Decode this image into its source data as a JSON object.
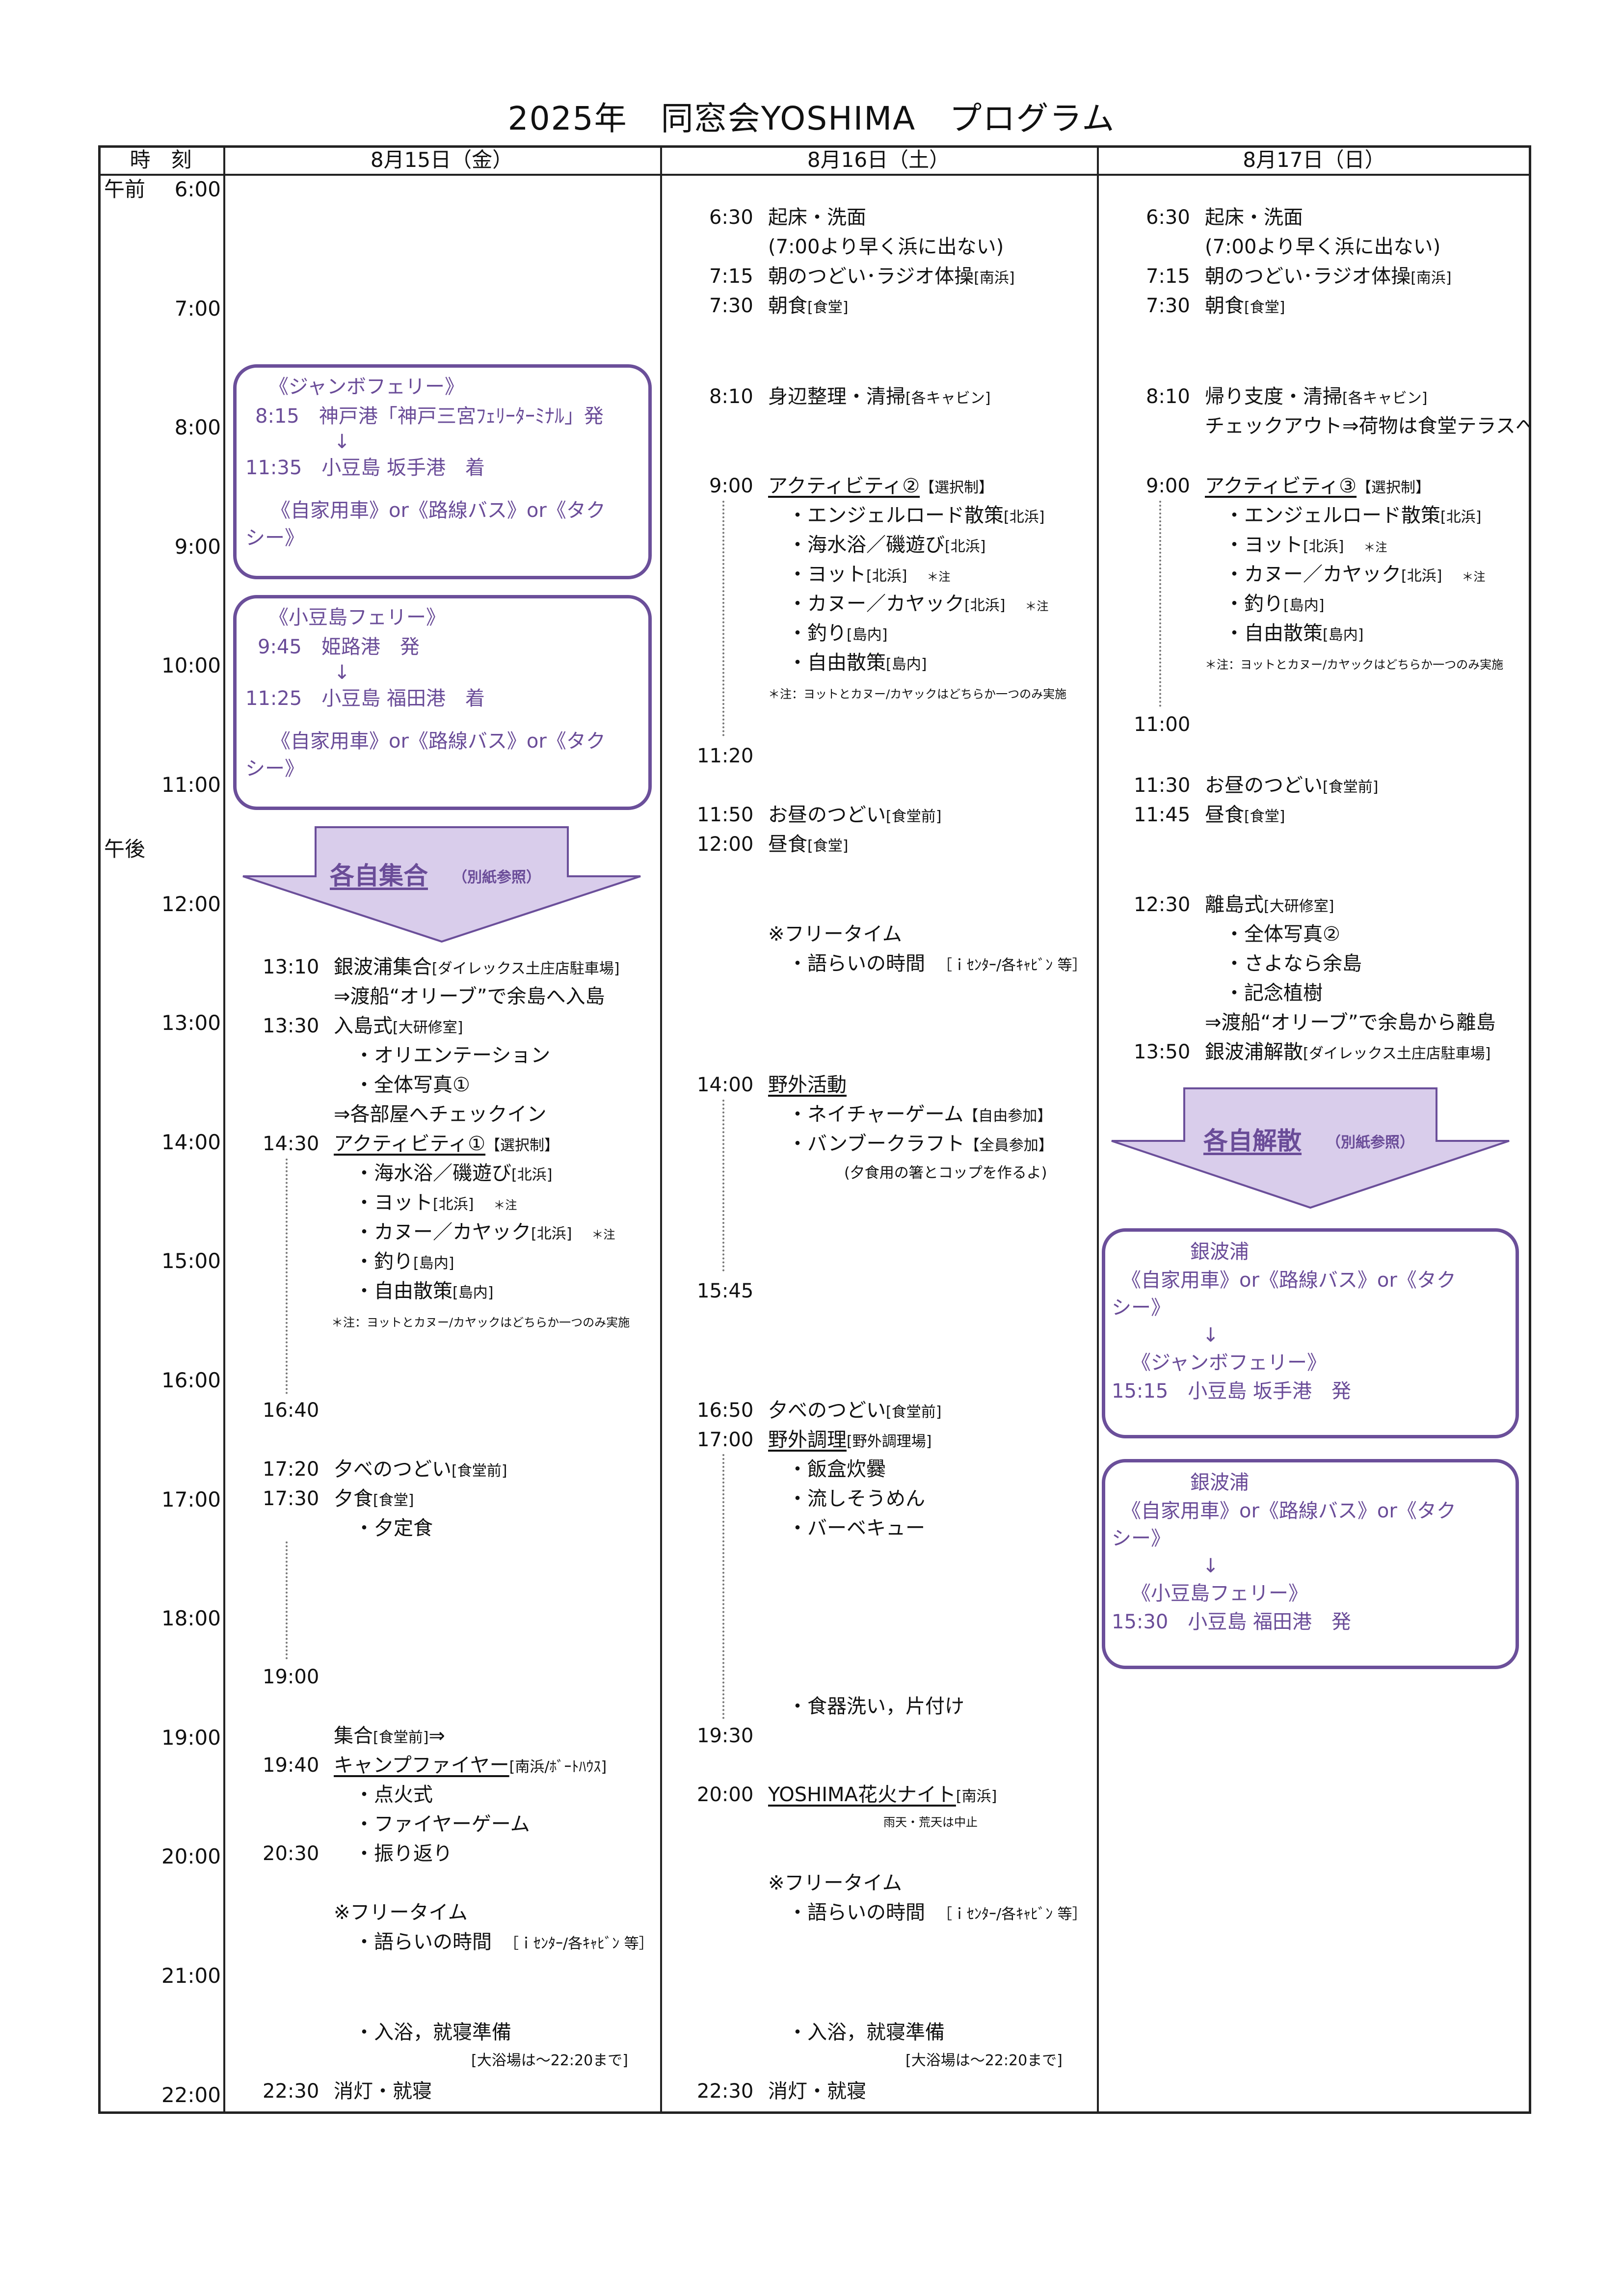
{
  "title": "2025年　同窓会YOSHIMA　プログラム",
  "header": {
    "time": "時　刻",
    "day1": "8月15日（金）",
    "day2": "8月16日（土）",
    "day3": "8月17日（日）"
  },
  "timeline": {
    "am": "午前",
    "pm": "午後",
    "hours": [
      "6:00",
      "7:00",
      "8:00",
      "9:00",
      "10:00",
      "11:00",
      "12:00",
      "13:00",
      "14:00",
      "15:00",
      "16:00",
      "17:00",
      "18:00",
      "19:00",
      "20:00",
      "21:00",
      "22:00"
    ]
  },
  "day1": {
    "ferry1": {
      "title": "《ジャンボフェリー》",
      "line1": "8:15　神戸港「神戸三宮ﾌｪﾘｰﾀｰﾐﾅﾙ」発",
      "arrow": "↓",
      "line2": "11:35　小豆島 坂手港　着",
      "line3": "《自家用車》or《路線バス》or《タク",
      "line4": "シー》"
    },
    "ferry2": {
      "title": "《小豆島フェリー》",
      "line1": "9:45　姫路港　発",
      "arrow": "↓",
      "line2": "11:25　小豆島 福田港　着",
      "line3": "《自家用車》or《路線バス》or《タク",
      "line4": "シー》"
    },
    "assembly": {
      "label": "各自集合",
      "note": "（別紙参照）"
    },
    "t1310": "13:10",
    "a1310": "銀波浦集合",
    "a1310s": "[ダイレックス土庄店駐車場]",
    "a1310b": "⇒渡船“オリーブ”で余島へ入島",
    "t1330": "13:30",
    "a1330": "入島式",
    "a1330s": "[大研修室]",
    "a1330b": "・オリエンテーション",
    "a1330c": "・全体写真①",
    "a1330d": "⇒各部屋へチェックイン",
    "t1430": "14:30",
    "a1430": "アクティビティ①",
    "a1430s": "【選択制】",
    "act1": "・海水浴／磯遊び",
    "act1s": "[北浜]",
    "act2": "・ヨット",
    "act2s": "[北浜]",
    "act2n": "＊注",
    "act3": "・カヌー／カヤック",
    "act3s": "[北浜]",
    "act3n": "＊注",
    "act4": "・釣り",
    "act4s": "[島内]",
    "act5": "・自由散策",
    "act5s": "[島内]",
    "actnote": "＊注：ヨットとカヌー/カヤックはどちらか一つのみ実施",
    "t1640": "16:40",
    "t1720": "17:20",
    "a1720": "夕べのつどい",
    "a1720s": "[食堂前]",
    "t1730": "17:30",
    "a1730": "夕食",
    "a1730s": "[食堂]",
    "a1730b": "・夕定食",
    "t1900": "19:00",
    "a1930": "集合",
    "a1930s": "[食堂前]",
    "a1930t": "⇒",
    "t1940": "19:40",
    "a1940": "キャンプファイヤー",
    "a1940s": "[南浜/ﾎﾞｰﾄﾊｳｽ]",
    "a1940b": "・点火式",
    "a1940c": "・ファイヤーゲーム",
    "t2030": "20:30",
    "a2030": "・振り返り",
    "free": "※フリータイム",
    "talk": "・語らいの時間",
    "talks": "［ｉｾﾝﾀｰ/各ｷｬﾋﾞﾝ 等］",
    "bath": "・入浴，就寝準備",
    "baths": "[大浴場は～22:20まで]",
    "t2230": "22:30",
    "a2230": "消灯・就寝"
  },
  "day2": {
    "t0630": "6:30",
    "a0630": "起床・洗面",
    "a0630b": "(7:00より早く浜に出ない)",
    "t0715": "7:15",
    "a0715": "朝のつどい･ラジオ体操",
    "a0715s": "[南浜]",
    "t0730": "7:30",
    "a0730": "朝食",
    "a0730s": "[食堂]",
    "t0810": "8:10",
    "a0810": "身辺整理・清掃",
    "a0810s": "[各キャビン]",
    "t0900": "9:00",
    "a0900": "アクティビティ②",
    "a0900s": "【選択制】",
    "act1": "・エンジェルロード散策",
    "act1s": "[北浜]",
    "act2": "・海水浴／磯遊び",
    "act2s": "[北浜]",
    "act3": "・ヨット",
    "act3s": "[北浜]",
    "act3n": "＊注",
    "act4": "・カヌー／カヤック",
    "act4s": "[北浜]",
    "act4n": "＊注",
    "act5": "・釣り",
    "act5s": "[島内]",
    "act6": "・自由散策",
    "act6s": "[島内]",
    "actnote": "＊注：ヨットとカヌー/カヤックはどちらか一つのみ実施",
    "t1120": "11:20",
    "t1150": "11:50",
    "a1150": "お昼のつどい",
    "a1150s": "[食堂前]",
    "t1200": "12:00",
    "a1200": "昼食",
    "a1200s": "[食堂]",
    "free1": "※フリータイム",
    "talk1": "・語らいの時間",
    "talk1s": "［ｉｾﾝﾀｰ/各ｷｬﾋﾞﾝ 等］",
    "t1400": "14:00",
    "a1400": "野外活動",
    "a1400b": "・ネイチャーゲーム",
    "a1400bs": "【自由参加】",
    "a1400c": "・バンブークラフト",
    "a1400cs": "【全員参加】",
    "a1400d": "(夕食用の箸とコップを作るよ)",
    "t1545": "15:45",
    "t1650": "16:50",
    "a1650": "夕べのつどい",
    "a1650s": "[食堂前]",
    "t1700": "17:00",
    "a1700": "野外調理",
    "a1700s": "[野外調理場]",
    "a1700b": "・飯盒炊爨",
    "a1700c": "・流しそうめん",
    "a1700d": "・バーベキュー",
    "a1915": "・食器洗い，片付け",
    "t1930": "19:30",
    "t2000": "20:00",
    "a2000": "YOSHIMA花火ナイト",
    "a2000s": "[南浜]",
    "a2000n": "雨天・荒天は中止",
    "free2": "※フリータイム",
    "talk2": "・語らいの時間",
    "talk2s": "［ｉｾﾝﾀｰ/各ｷｬﾋﾞﾝ 等］",
    "bath": "・入浴，就寝準備",
    "baths": "[大浴場は～22:20まで]",
    "t2230": "22:30",
    "a2230": "消灯・就寝"
  },
  "day3": {
    "t0630": "6:30",
    "a0630": "起床・洗面",
    "a0630b": "(7:00より早く浜に出ない)",
    "t0715": "7:15",
    "a0715": "朝のつどい･ラジオ体操",
    "a0715s": "[南浜]",
    "t0730": "7:30",
    "a0730": "朝食",
    "a0730s": "[食堂]",
    "t0810": "8:10",
    "a0810": "帰り支度・清掃",
    "a0810s": "[各キャビン]",
    "a0810b": "チェックアウト⇒荷物は食堂テラスへ",
    "t0900": "9:00",
    "a0900": "アクティビティ③",
    "a0900s": "【選択制】",
    "act1": "・エンジェルロード散策",
    "act1s": "[北浜]",
    "act2": "・ヨット",
    "act2s": "[北浜]",
    "act2n": "＊注",
    "act3": "・カヌー／カヤック",
    "act3s": "[北浜]",
    "act3n": "＊注",
    "act4": "・釣り",
    "act4s": "[島内]",
    "act5": "・自由散策",
    "act5s": "[島内]",
    "actnote": "＊注：ヨットとカヌー/カヤックはどちらか一つのみ実施",
    "t1100": "11:00",
    "t1130": "11:30",
    "a1130": "お昼のつどい",
    "a1130s": "[食堂前]",
    "t1145": "11:45",
    "a1145": "昼食",
    "a1145s": "[食堂]",
    "t1230": "12:30",
    "a1230": "離島式",
    "a1230s": "[大研修室]",
    "a1230b": "・全体写真②",
    "a1230c": "・さよなら余島",
    "a1230d": "・記念植樹",
    "a1230e": "⇒渡船“オリーブ”で余島から離島",
    "t1350": "13:50",
    "a1350": "銀波浦解散",
    "a1350s": "[ダイレックス土庄店駐車場]",
    "dispersal": {
      "label": "各自解散",
      "note": "（別紙参照）"
    },
    "ret1": {
      "title": "銀波浦",
      "line1": "《自家用車》or《路線バス》or《タク",
      "line2": "シー》",
      "arrow": "↓",
      "line3": "《ジャンボフェリー》",
      "line4": "15:15　小豆島 坂手港　発"
    },
    "ret2": {
      "title": "銀波浦",
      "line1": "《自家用車》or《路線バス》or《タク",
      "line2": "シー》",
      "arrow": "↓",
      "line3": "《小豆島フェリー》",
      "line4": "15:30　小豆島 福田港　発"
    }
  },
  "colors": {
    "accent": "#6b4f9a",
    "arrow_fill": "#d9cdeb",
    "line": "#222222"
  }
}
